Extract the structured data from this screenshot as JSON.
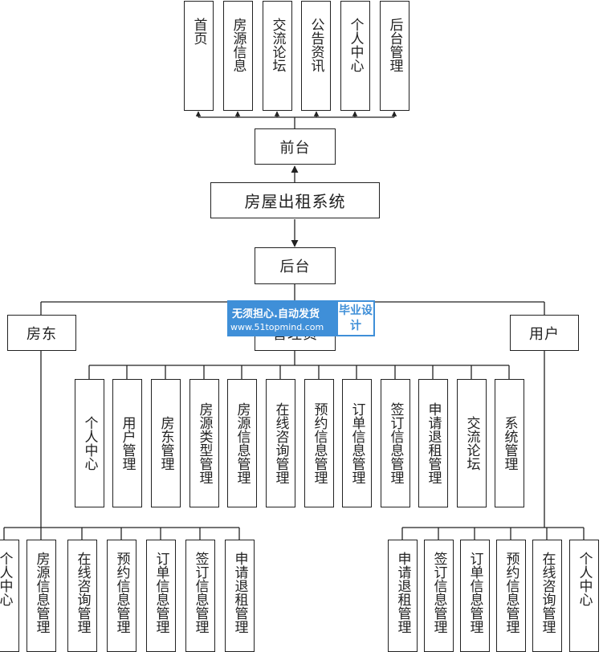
{
  "title": "房屋出租系统",
  "frontend": {
    "label": "前台",
    "items": [
      "首页",
      "房源信息",
      "交流论坛",
      "公告资讯",
      "个人中心",
      "后台管理"
    ]
  },
  "backend": {
    "label": "后台",
    "admin_label": "管理员",
    "admin_items": [
      "个人中心",
      "用户管理",
      "房东管理",
      "房源类型管理",
      "房源信息管理",
      "在线咨询管理",
      "预约信息管理",
      "订单信息管理",
      "签订信息管理",
      "申请退租管理",
      "交流论坛",
      "系统管理"
    ]
  },
  "landlord": {
    "label": "房东",
    "items": [
      "个人中心",
      "房源信息管理",
      "在线咨询管理",
      "预约信息管理",
      "订单信息管理",
      "签订信息管理",
      "申请退租管理"
    ]
  },
  "user": {
    "label": "用户",
    "items": [
      "申请退租管理",
      "签订信息管理",
      "订单信息管理",
      "预约信息管理",
      "在线咨询管理",
      "个人中心"
    ]
  },
  "watermark": {
    "line1": "无须担心.自动发货",
    "line2": "www.51topmind.com",
    "badge": "毕业设计"
  }
}
